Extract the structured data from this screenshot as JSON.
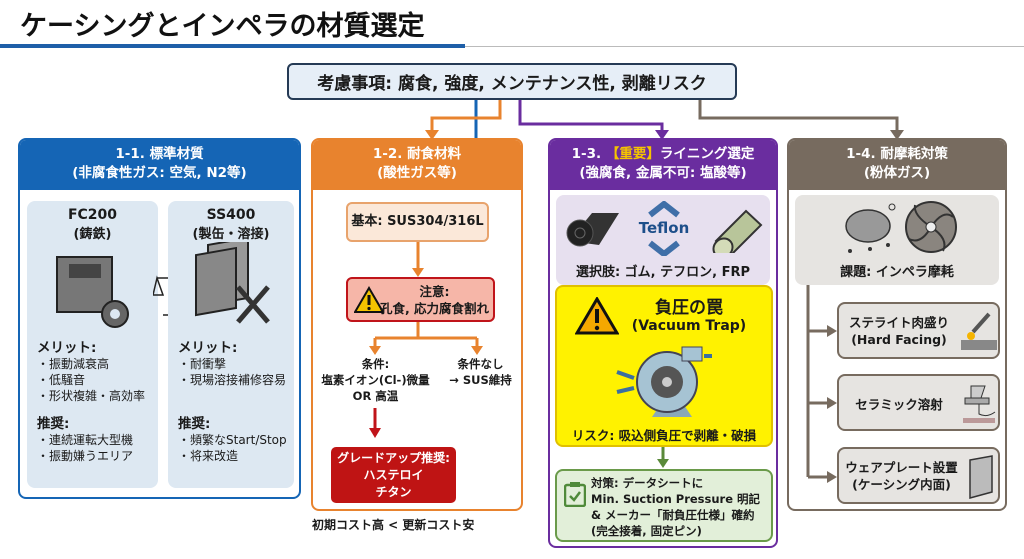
{
  "title": "ケーシングとインペラの材質選定",
  "top_box": "考慮事項: 腐食, 強度, メンテナンス性, 剥離リスク",
  "colors": {
    "blue": "#1565b5",
    "orange": "#e8832e",
    "purple": "#6a2d9f",
    "brown": "#776b5f"
  },
  "p1": {
    "title": "1-1. 標準材質",
    "subtitle": "(非腐食性ガス: 空気, N2等)",
    "fc": {
      "name": "FC200",
      "sub": "(鋳鉄)",
      "merit_h": "メリット:",
      "merits": [
        "・振動減衰高",
        "・低騒音",
        "・形状複雑・高効率"
      ],
      "rec_h": "推奨:",
      "recs": [
        "・連続運転大型機",
        "・振動嫌うエリア"
      ]
    },
    "ss": {
      "name": "SS400",
      "sub": "(製缶・溶接)",
      "merit_h": "メリット:",
      "merits": [
        "・耐衝撃",
        "・現場溶接補修容易"
      ],
      "rec_h": "推奨:",
      "recs": [
        "・頻繁なStart/Stop",
        "・将来改造"
      ]
    }
  },
  "p2": {
    "title": "1-2. 耐食材料",
    "subtitle": "(酸性ガス等)",
    "basic": "基本: SUS304/316L",
    "caution_h": "注意:",
    "caution": "孔食, 応力腐食割れ",
    "cond": [
      "条件:",
      "塩素イオン(Cl-)微量",
      "OR 高温"
    ],
    "nocond": [
      "条件なし",
      "→ SUS維持"
    ],
    "upgrade": [
      "グレードアップ推奨:",
      "ハステロイ",
      "チタン"
    ],
    "footer": "初期コスト高 < 更新コスト安"
  },
  "p3": {
    "title_pre": "1-3.",
    "title_imp": "【重要】",
    "title_post": "ライニング選定",
    "subtitle": "(強腐食, 金属不可: 塩酸等)",
    "teflon": "Teflon",
    "options": "選択肢: ゴム, テフロン, FRP",
    "trap_h": "負圧の罠",
    "trap_en": "(Vacuum Trap)",
    "risk": "リスク: 吸込側負圧で剥離・破損",
    "measure": [
      "対策: データシートに",
      "Min. Suction Pressure 明記",
      "& メーカー「耐負圧仕様」確約",
      "(完全接着, 固定ピン)"
    ]
  },
  "p4": {
    "title": "1-4. 耐摩耗対策",
    "subtitle": "(粉体ガス)",
    "issue": "課題: インペラ摩耗",
    "items": [
      {
        "l1": "ステライト肉盛り",
        "l2": "(Hard Facing)"
      },
      {
        "l1": "セラミック溶射",
        "l2": ""
      },
      {
        "l1": "ウェアプレート設置",
        "l2": "(ケーシング内面)"
      }
    ]
  }
}
